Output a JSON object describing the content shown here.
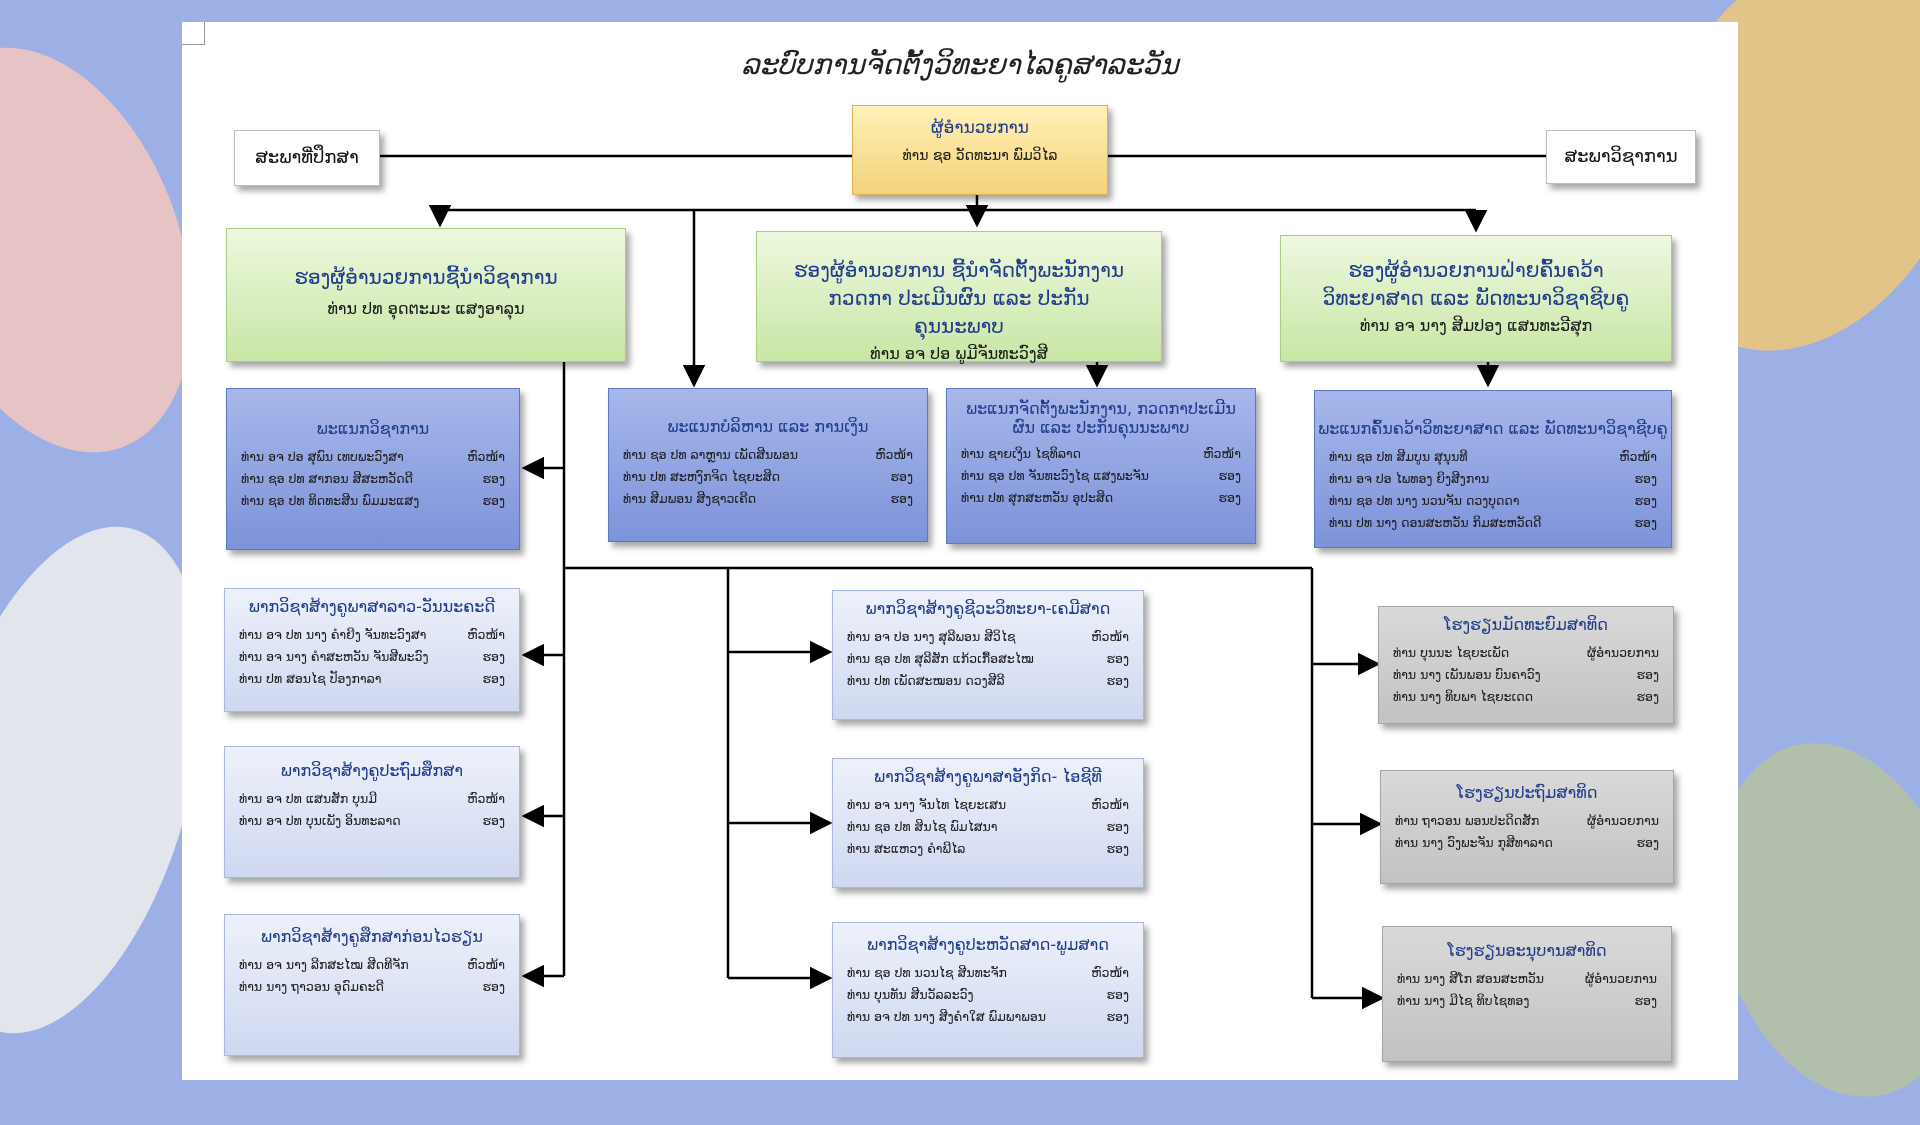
{
  "title": "ລະບົບການຈັດຕັ້ງວິທະຍາໄລຄູສາລະວັນ",
  "colors": {
    "background": "#9db0e6",
    "director": "#f6d88a",
    "deputy": "#d7edbb",
    "department": "#8ea1de",
    "faculty": "#dfe5f7",
    "school": "#c9c9c9"
  },
  "advisory": {
    "label": "ສະພາທີ່ປຶກສາ"
  },
  "council": {
    "label": "ສະພາວິຊາການ"
  },
  "director": {
    "title": "ຜູ້ອໍານວຍການ",
    "name": "ທ່ານ ຊອ ວັດທະນາ ພົມວິໄລ"
  },
  "deputies": [
    {
      "title": "ຮອງຜູ້ອໍານວຍການຊີ້ນໍາວິຊາການ",
      "name": "ທ່ານ ປທ ອຸດຕະມະ ແສງອາລຸນ"
    },
    {
      "title": "ຮອງຜູ້ອໍານວຍການ ຊີ້ນໍາຈັດຕັ້ງພະນັກງານ ກວດກາ ປະເມີນຜົນ ແລະ ປະກັນຄຸນນະພາບ",
      "name": "ທ່ານ ອຈ ປອ ພູມີຈັນທະວົງສີ"
    },
    {
      "title": "ຮອງຜູ້ອໍານວຍການຝ່າຍຄົ້ນຄວ້າວິທະຍາສາດ ແລະ ພັດທະນາວິຊາຊີບຄູ",
      "name": "ທ່ານ ອຈ ນາງ ສີມປອງ ແສນທະວີສຸກ"
    }
  ],
  "departments": [
    {
      "title": "ພະແນກວິຊາການ",
      "members": [
        {
          "name": "ທ່ານ ອຈ ປອ ສຸພົນ ເທບພະວົງສາ",
          "role": "ຫົວໜ້າ"
        },
        {
          "name": "ທ່ານ ຊອ ປທ ສາກອນ ສີສະຫວັດດີ",
          "role": "ຮອງ"
        },
        {
          "name": "ທ່ານ ຊອ ປທ ທິດທະສີນ ພົມມະແສງ",
          "role": "ຮອງ"
        }
      ]
    },
    {
      "title": "ພະແນກບໍລິຫານ ແລະ ການເງິນ",
      "members": [
        {
          "name": "ທ່ານ ຊອ ປທ ລາຫຼານ ເພັດສີນພອນ",
          "role": "ຫົວໜ້າ"
        },
        {
          "name": "ທ່ານ ປທ ສະຫງົກຈິດ ໄຊຍະສິດ",
          "role": "ຮອງ"
        },
        {
          "name": "ທ່ານ ສີມພອນ ສີງຊາວເຄີດ",
          "role": "ຮອງ"
        }
      ]
    },
    {
      "title": "ພະແນກຈັດຕັ້ງພະນັກງານ, ກວດກາປະເມີນຜົນ ແລະ ປະກັນຄຸນນະພາບ",
      "members": [
        {
          "name": "ທ່ານ ຊາຍເງິນ ໄຊທິລາດ",
          "role": "ຫົວໜ້າ"
        },
        {
          "name": "ທ່ານ ຊອ ປທ ຈັນທະວົງໄຊ ແສງພະຈັນ",
          "role": "ຮອງ"
        },
        {
          "name": "ທ່ານ ປທ ສຸກສະຫວັນ ອຸປະສິດ",
          "role": "ຮອງ"
        }
      ]
    },
    {
      "title": "ພະແນກຄົ້ນຄວ້າວິທະຍາສາດ ແລະ ພັດທະນາວິຊາຊີບຄູ",
      "members": [
        {
          "name": "ທ່ານ ຊອ ປທ ສີມບູນ ສຸນຸນທີ",
          "role": "ຫົວໜ້າ"
        },
        {
          "name": "ທ່ານ ອຈ ປອ ໄພທອງ ຍິງສີງການ",
          "role": "ຮອງ"
        },
        {
          "name": "ທ່ານ ຊອ ປທ ນາງ ນວນຈັນ ດວງບຸດດາ",
          "role": "ຮອງ"
        },
        {
          "name": "ທ່ານ ປທ ນາງ ດອນສະຫວັນ ກິມສະຫວັດດີ",
          "role": "ຮອງ"
        }
      ]
    }
  ],
  "faculties_left": [
    {
      "title": "ພາກວິຊາສ້າງຄູພາສາລາວ-ວັນນະຄະດີ",
      "members": [
        {
          "name": "ທ່ານ ອຈ ປທ ນາງ ຄໍາຍີງ ຈັນທະວົງສາ",
          "role": "ຫົວໜ້າ"
        },
        {
          "name": "ທ່ານ ອຈ ນາງ ຄໍາສະຫວັນ ຈັນສີພະວົງ",
          "role": "ຮອງ"
        },
        {
          "name": "ທ່ານ ປທ ສອນໄຊ ປັອງກາລາ",
          "role": "ຮອງ"
        }
      ]
    },
    {
      "title": "ພາກວິຊາສ້າງຄູປະຖົມສຶກສາ",
      "members": [
        {
          "name": "ທ່ານ ອຈ ປທ ແສນສັກ ບຸນມີ",
          "role": "ຫົວໜ້າ"
        },
        {
          "name": "ທ່ານ ອຈ ປທ ບຸນເພັງ ອິນທະລາດ",
          "role": "ຮອງ"
        }
      ]
    },
    {
      "title": "ພາກວິຊາສ້າງຄູສຶກສາກ່ອນໄວຮຽນ",
      "members": [
        {
          "name": "ທ່ານ ອຈ ນາງ ລີກສະໄໝ ສີດທີຈັກ",
          "role": "ຫົວໜ້າ"
        },
        {
          "name": "ທ່ານ ນາງ ຖາວອນ ອຸດົມຄະດີ",
          "role": "ຮອງ"
        }
      ]
    }
  ],
  "faculties_mid": [
    {
      "title": "ພາກວິຊາສ້າງຄູຊີວະວິທະຍາ-ເຄມີສາດ",
      "members": [
        {
          "name": "ທ່ານ ອຈ ປອ ນາງ ສຸລີພອນ ສີວິໄຊ",
          "role": "ຫົວໜ້າ"
        },
        {
          "name": "ທ່ານ ຊອ ປທ ສຸລີສັກ ແກ້ວເກື້ອສະໄໝ",
          "role": "ຮອງ"
        },
        {
          "name": "ທ່ານ ປທ ເພັດສະໝອນ ດວງສີລີ",
          "role": "ຮອງ"
        }
      ]
    },
    {
      "title": "ພາກວິຊາສ້າງຄູພາສາອັງກິດ- ໄອຊີທີ",
      "members": [
        {
          "name": "ທ່ານ ອຈ ນາງ ຈັນໄທ ໄຊຍະເສນ",
          "role": "ຫົວໜ້າ"
        },
        {
          "name": "ທ່ານ ຊອ ປທ ສິນໄຊ ພົມໄສນາ",
          "role": "ຮອງ"
        },
        {
          "name": "ທ່ານ ສະແຫວງ ຄໍາພີໄລ",
          "role": "ຮອງ"
        }
      ]
    },
    {
      "title": "ພາກວິຊາສ້າງຄູປະຫວັດສາດ-ພູມສາດ",
      "members": [
        {
          "name": "ທ່ານ ຊອ ປທ ນວນໄຊ ສີນທະຈັກ",
          "role": "ຫົວໜ້າ"
        },
        {
          "name": "ທ່ານ ບຸນທັນ ສີນວັລລະວົງ",
          "role": "ຮອງ"
        },
        {
          "name": "ທ່ານ ອຈ ປທ ນາງ ສີງຄໍາໃສ ພົມພາພອນ",
          "role": "ຮອງ"
        }
      ]
    }
  ],
  "schools": [
    {
      "title": "ໂຮງຮຽນມັດທະຍົມສາທິດ",
      "members": [
        {
          "name": "ທ່ານ ບຸນນະ ໄຊຍະເພັດ",
          "role": "ຜູ້ອໍານວຍການ"
        },
        {
          "name": "ທ່ານ ນາງ ເພັນພອນ ບົນຄາວົງ",
          "role": "ຮອງ"
        },
        {
          "name": "ທ່ານ ນາງ ທິບພາ ໄຊຍະເດດ",
          "role": "ຮອງ"
        }
      ]
    },
    {
      "title": "ໂຮງຮຽນປະຖົມສາທິດ",
      "members": [
        {
          "name": "ທ່ານ ຖາວອນ ພອນປະດິດສັກ",
          "role": "ຜູ້ອໍານວຍການ"
        },
        {
          "name": "ທ່ານ ນາງ ວົງພະຈັນ ກຸສີທາລາດ",
          "role": "ຮອງ"
        }
      ]
    },
    {
      "title": "ໂຮງຮຽນອະນຸບານສາທິດ",
      "members": [
        {
          "name": "ທ່ານ ນາງ ສີໂກ ສອນສະຫວັນ",
          "role": "ຜູ້ອໍານວຍການ"
        },
        {
          "name": "ທ່ານ ນາງ ມີໄຊ ທິບໄຊທອງ",
          "role": "ຮອງ"
        }
      ]
    }
  ]
}
